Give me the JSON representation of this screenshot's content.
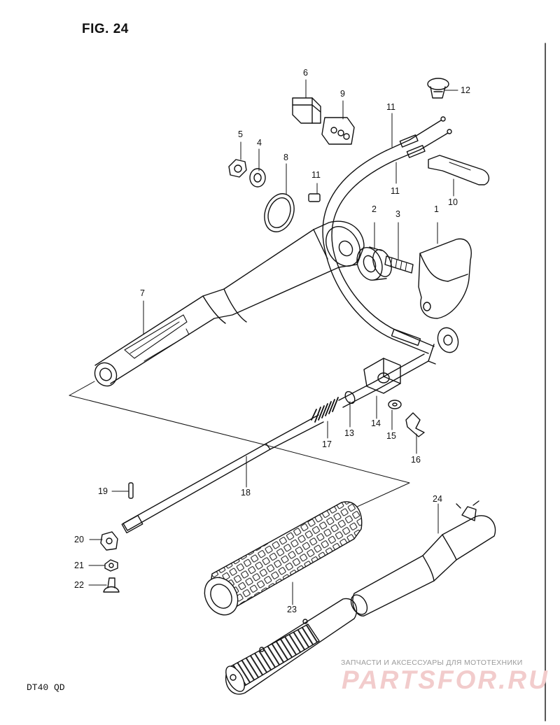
{
  "figure": {
    "title": "FIG. 24",
    "model": "DT40  QD"
  },
  "watermark": {
    "tagline": "ЗАПЧАСТИ И АКСЕССУАРЫ ДЛЯ МОТОТЕХНИКИ",
    "logo": "PARTSFOR.RU"
  },
  "parts": [
    {
      "id": "p1",
      "label": "1",
      "name": "tiller-cover"
    },
    {
      "id": "p2",
      "label": "2",
      "name": "bushing"
    },
    {
      "id": "p3",
      "label": "3",
      "name": "bolt"
    },
    {
      "id": "p4",
      "label": "4",
      "name": "washer"
    },
    {
      "id": "p5",
      "label": "5",
      "name": "nut"
    },
    {
      "id": "p6",
      "label": "6",
      "name": "grommet"
    },
    {
      "id": "p7",
      "label": "7",
      "name": "tiller-handle"
    },
    {
      "id": "p8",
      "label": "8",
      "name": "o-ring"
    },
    {
      "id": "p9",
      "label": "9",
      "name": "cable-grommet"
    },
    {
      "id": "p10",
      "label": "10",
      "name": "cable-bracket"
    },
    {
      "id": "p11a",
      "label": "11",
      "name": "throttle-cable"
    },
    {
      "id": "p11b",
      "label": "11",
      "name": "key"
    },
    {
      "id": "p11c",
      "label": "11",
      "name": "throttle-cable-2"
    },
    {
      "id": "p12",
      "label": "12",
      "name": "screw"
    },
    {
      "id": "p13",
      "label": "13",
      "name": "bushing-13"
    },
    {
      "id": "p14",
      "label": "14",
      "name": "shaft-holder"
    },
    {
      "id": "p15",
      "label": "15",
      "name": "washer-15"
    },
    {
      "id": "p16",
      "label": "16",
      "name": "screw-16"
    },
    {
      "id": "p17",
      "label": "17",
      "name": "spring"
    },
    {
      "id": "p18",
      "label": "18",
      "name": "throttle-shaft"
    },
    {
      "id": "p19",
      "label": "19",
      "name": "pin"
    },
    {
      "id": "p20",
      "label": "20",
      "name": "stopper"
    },
    {
      "id": "p21",
      "label": "21",
      "name": "lock-washer"
    },
    {
      "id": "p22",
      "label": "22",
      "name": "screw-22"
    },
    {
      "id": "p23",
      "label": "23",
      "name": "throttle-grip"
    },
    {
      "id": "p24",
      "label": "24",
      "name": "grip-pipe"
    }
  ]
}
